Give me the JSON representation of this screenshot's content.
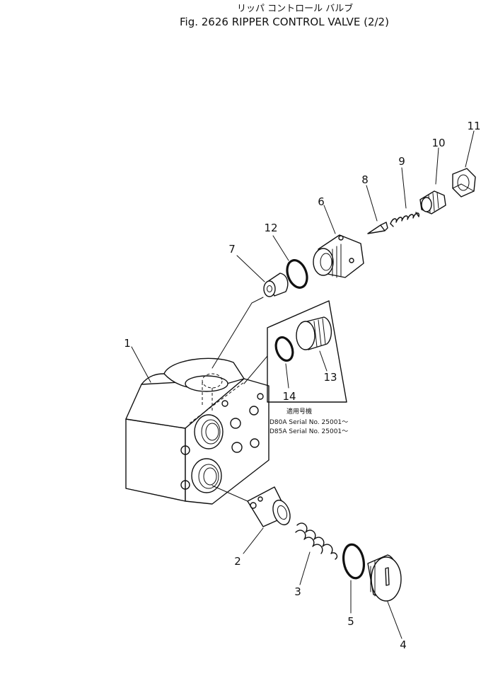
{
  "header": {
    "title_jp": "リッパ コントロール バルブ",
    "title": "Fig. 2626 RIPPER CONTROL VALVE (2/2)"
  },
  "callouts": {
    "p1": "1",
    "p2": "2",
    "p3": "3",
    "p4": "4",
    "p5": "5",
    "p6": "6",
    "p7": "7",
    "p8": "8",
    "p9": "9",
    "p10": "10",
    "p11": "11",
    "p12": "12",
    "p13": "13",
    "p14": "14"
  },
  "applicability": {
    "heading": "適用号機",
    "lines": [
      "D80A Serial No. 25001～",
      "D85A Serial No. 25001～"
    ]
  }
}
